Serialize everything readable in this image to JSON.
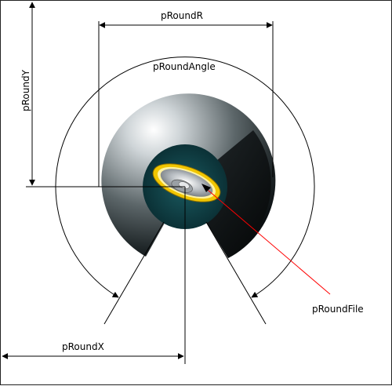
{
  "labels": {
    "round_r": "pRoundR",
    "round_angle": "pRoundAngle",
    "round_y": "pRoundY",
    "round_x": "pRoundX",
    "round_file": "pRoundFile"
  },
  "colors": {
    "pointer_line": "#ff0000",
    "dimension_line": "#000000",
    "knob_center": "#0f3e44",
    "speaker_ring": "#f1c600"
  },
  "icons": {
    "speaker": "speaker-icon"
  }
}
